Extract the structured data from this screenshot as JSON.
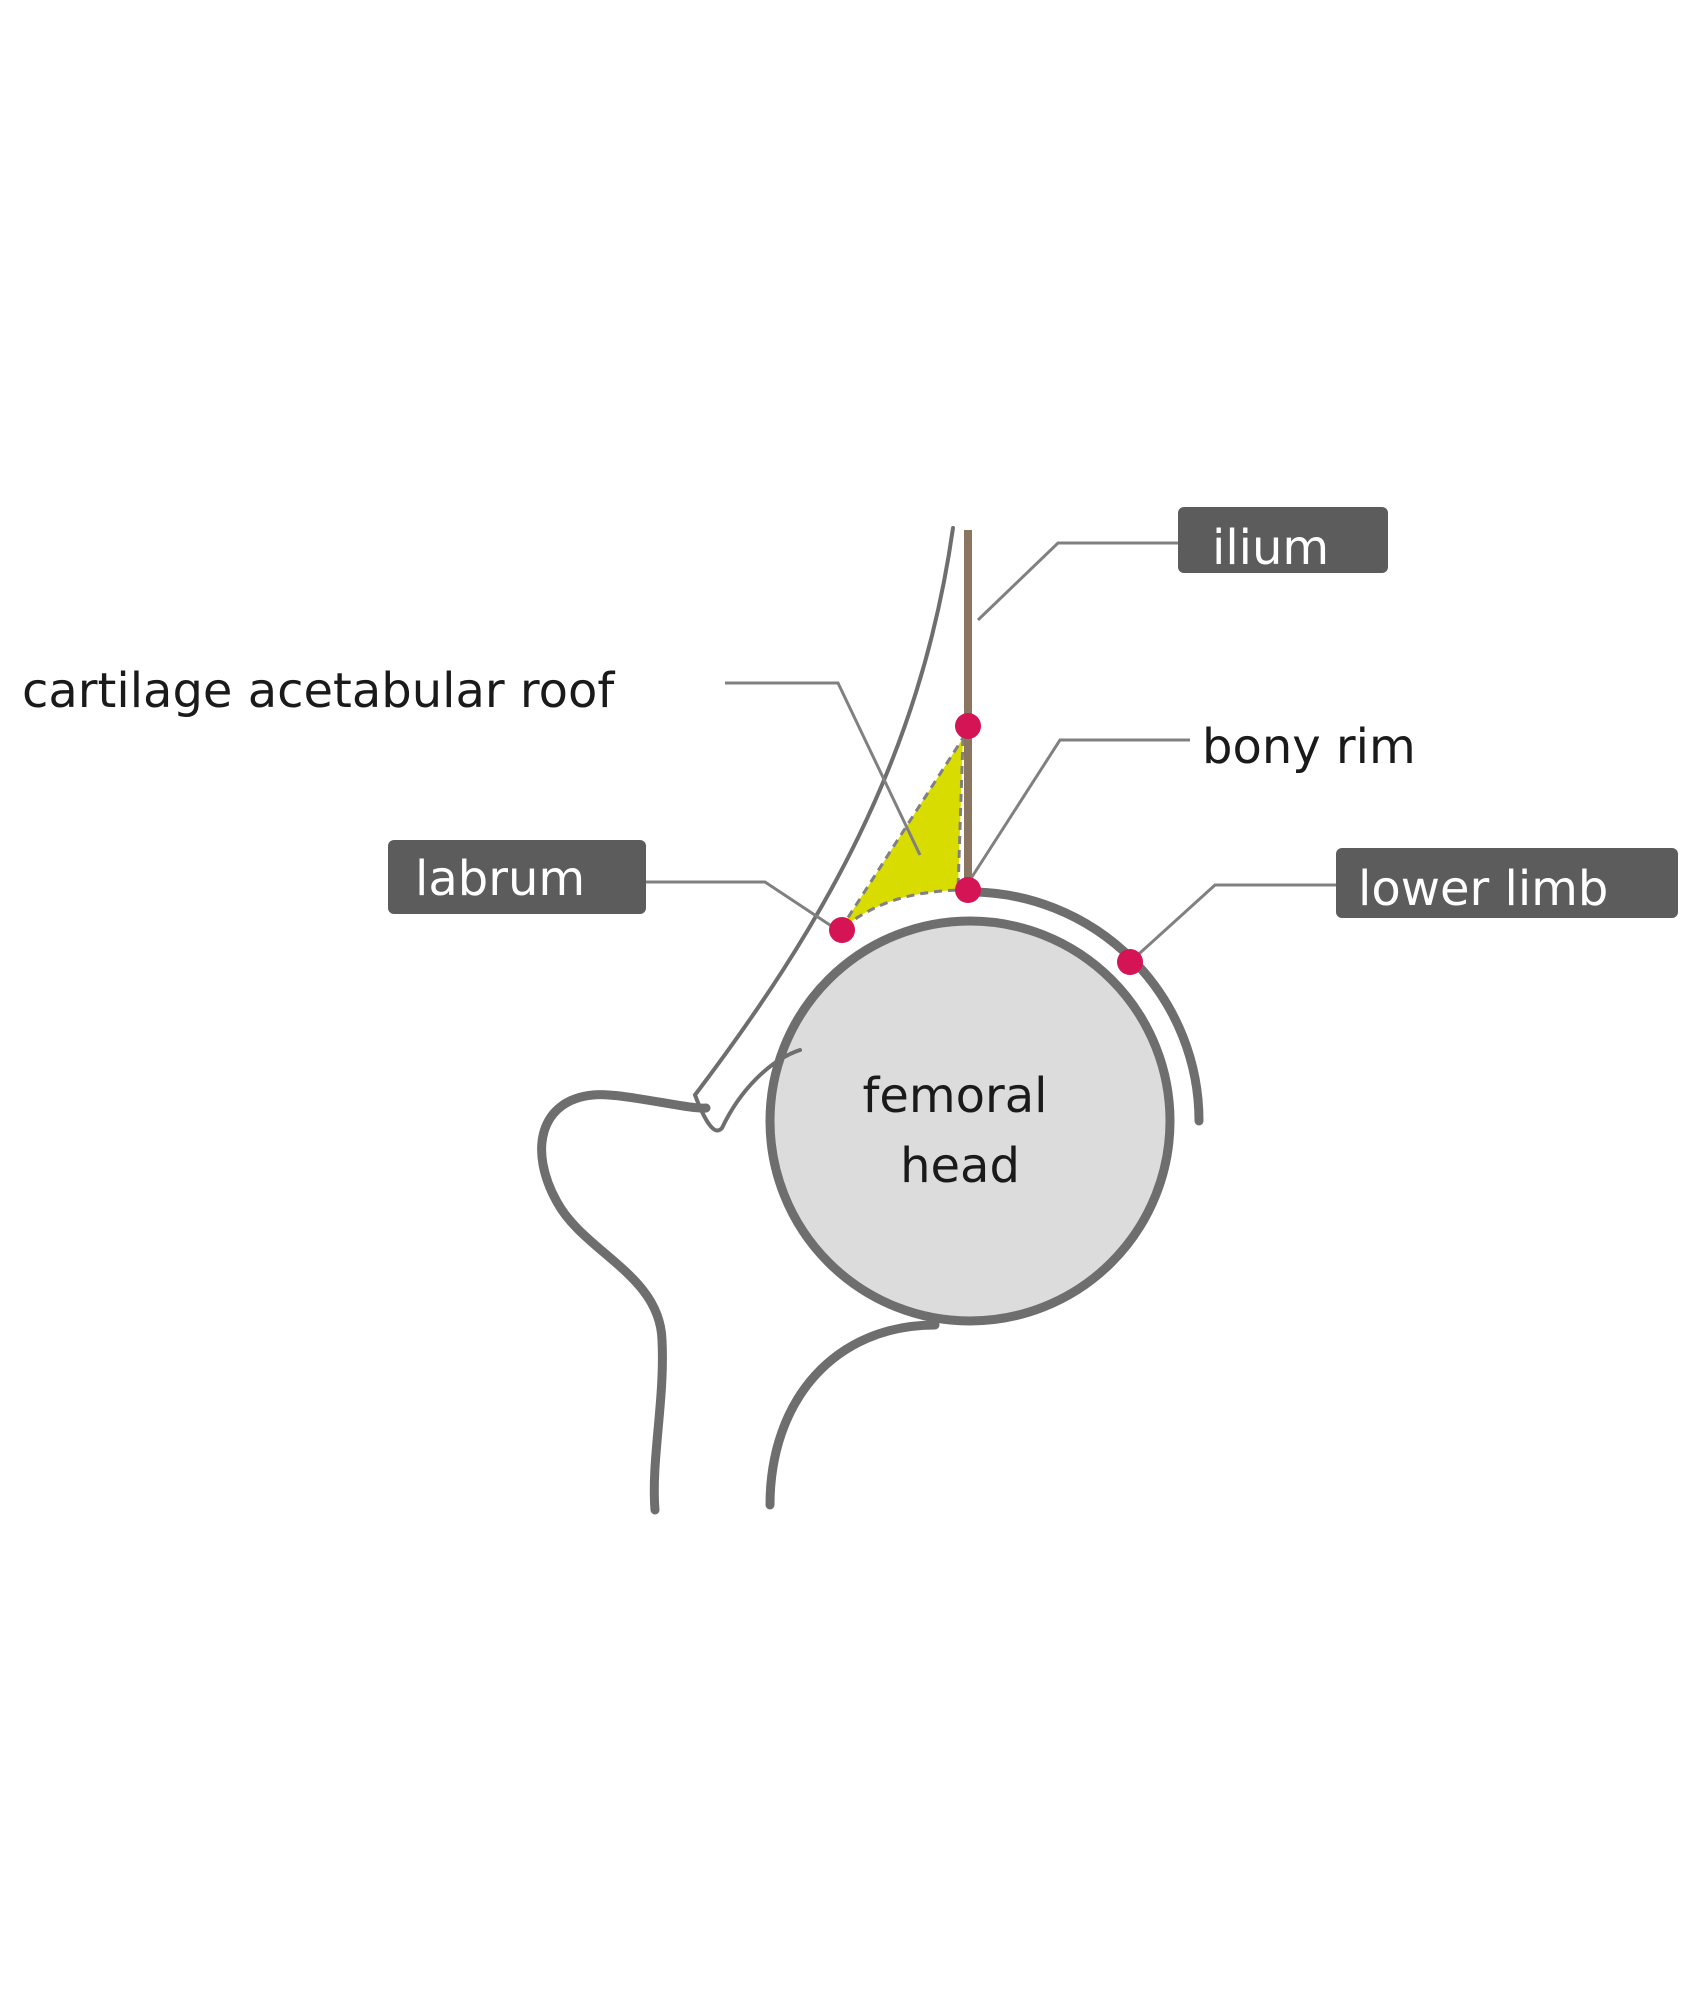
{
  "labels": {
    "ilium": "ilium",
    "cartilage_roof": "cartilage acetabular roof",
    "bony_rim": "bony rim",
    "labrum": "labrum",
    "lower_limb": "lower limb",
    "femoral_head_line1": "femoral",
    "femoral_head_line2": "head"
  },
  "colors": {
    "outline": "#6e6e6e",
    "leader_line": "#808080",
    "ilium_line": "#8a7560",
    "cartilage_fill": "#d9dc00",
    "femoral_head_fill": "#dcdcdc",
    "marker": "#d41455",
    "label_box": "#5c5c5c",
    "label_box_text": "#ffffff",
    "plain_text": "#1a1a1a"
  }
}
